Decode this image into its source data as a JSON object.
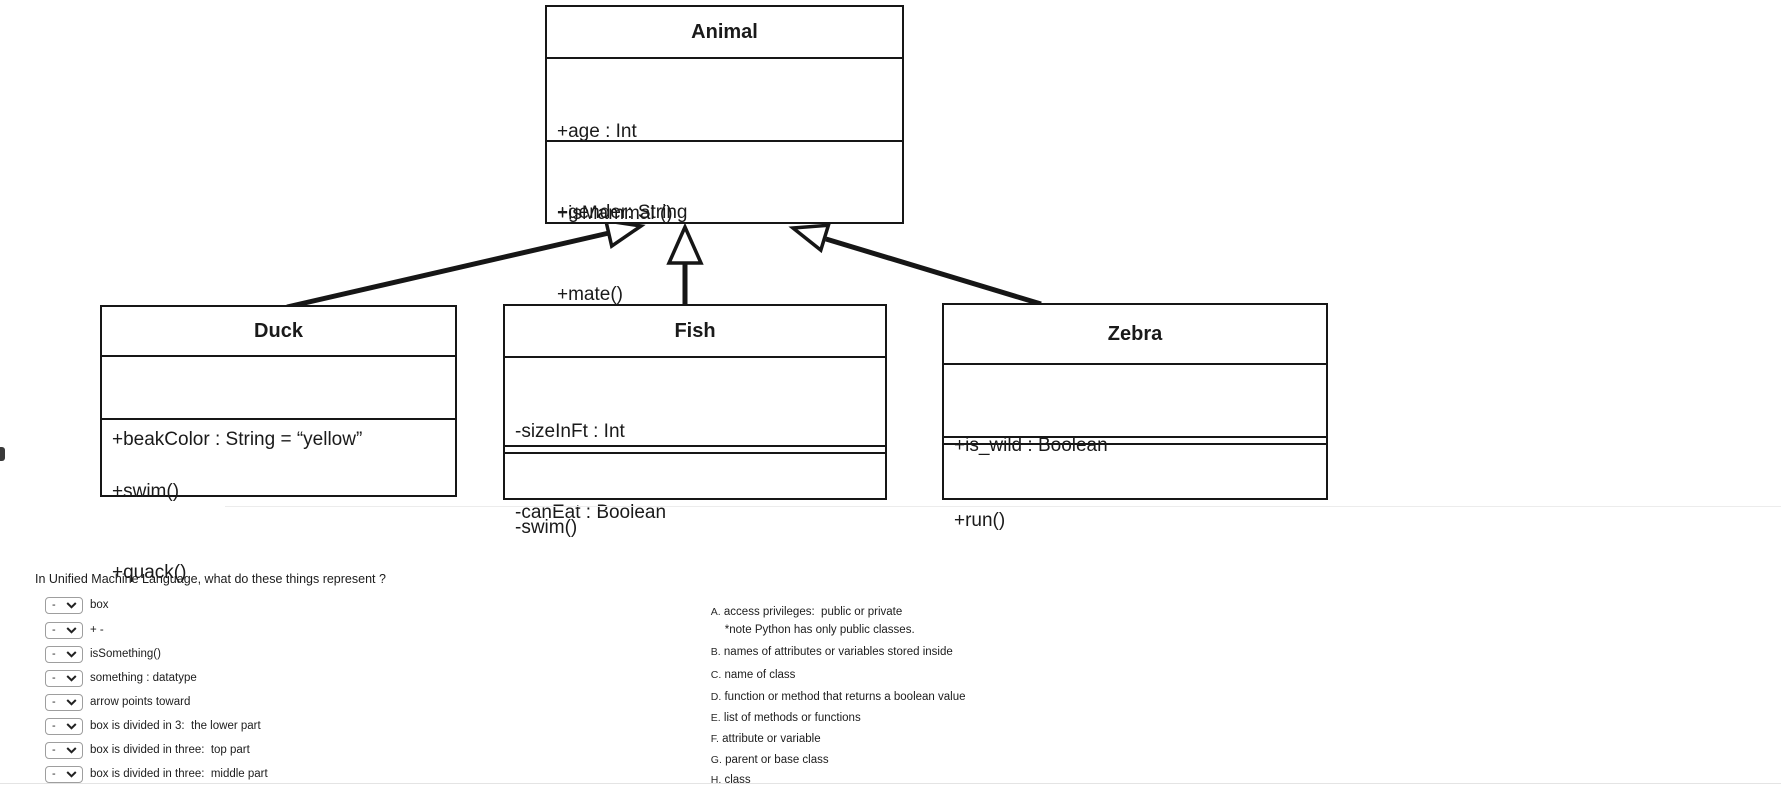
{
  "colors": {
    "line": "#161616",
    "text": "#1a1a1a",
    "select_border": "#9e9e9e"
  },
  "diagram": {
    "classes": [
      {
        "name": "Animal",
        "attributes": [
          "+age : Int",
          "+gender: String"
        ],
        "methods": [
          "+isMammal ()",
          "+mate()"
        ]
      },
      {
        "name": "Duck",
        "attributes": [
          "+beakColor : String = “yellow”"
        ],
        "methods": [
          "+swim()",
          "+quack()"
        ]
      },
      {
        "name": "Fish",
        "attributes": [
          "-sizeInFt : Int",
          "-canEat : Boolean"
        ],
        "methods": [
          "-swim()"
        ]
      },
      {
        "name": "Zebra",
        "attributes": [
          "+is_wild : Boolean"
        ],
        "methods": [
          "+run()"
        ]
      }
    ],
    "relations": [
      {
        "from": "Duck",
        "to": "Animal",
        "type": "inheritance"
      },
      {
        "from": "Fish",
        "to": "Animal",
        "type": "inheritance"
      },
      {
        "from": "Zebra",
        "to": "Animal",
        "type": "inheritance"
      }
    ]
  },
  "quiz": {
    "question": "In Unified Machine Language, what do these things represent ?",
    "dropdown_value": "-",
    "items": [
      {
        "label": "box"
      },
      {
        "label": "+ -"
      },
      {
        "label": "isSomething()"
      },
      {
        "label": "something : datatype"
      },
      {
        "label": "arrow points toward"
      },
      {
        "label": "box is divided in 3:  the lower part"
      },
      {
        "label": "box is divided in three:  top part"
      },
      {
        "label": "box is divided in three:  middle part"
      }
    ],
    "answers": [
      {
        "letter": "A.",
        "text": "access privileges:  public or private"
      },
      {
        "letter": "",
        "text": "*note Python has only public classes."
      },
      {
        "letter": "B.",
        "text": "names of attributes or variables stored inside"
      },
      {
        "letter": "C.",
        "text": "name of class"
      },
      {
        "letter": "D.",
        "text": "function or method that returns a boolean value"
      },
      {
        "letter": "E.",
        "text": "list of methods or functions"
      },
      {
        "letter": "F.",
        "text": "attribute or variable"
      },
      {
        "letter": "G.",
        "text": "parent or base class"
      },
      {
        "letter": "H.",
        "text": "class"
      }
    ]
  }
}
